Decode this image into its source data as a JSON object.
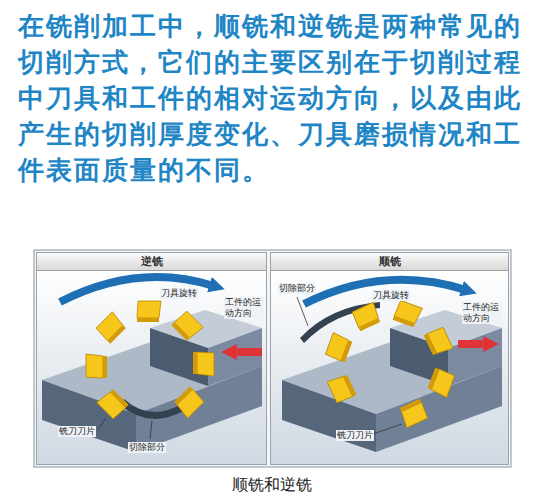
{
  "diagram": {
    "title": "在铣削加工中，顺铣和逆铣是两种常见的切削方式，它们的主要区别在于切削过程中刀具和工件的相对运动方向，以及由此产生的切削厚度变化、刀具磨损情况和工件表面质量的不同。",
    "caption": "顺铣和逆铣",
    "nodes": [
      {
        "text": [
          "逆铣"
        ]
      },
      {
        "text": [
          "顺铣"
        ]
      }
    ],
    "labels": [
      "刀具旋转",
      "工件的运动方向",
      "铣刀刀片",
      "切除部分",
      "切除部分",
      "刀具旋转",
      "工件的运动方向",
      "铣刀刀片"
    ]
  }
}
